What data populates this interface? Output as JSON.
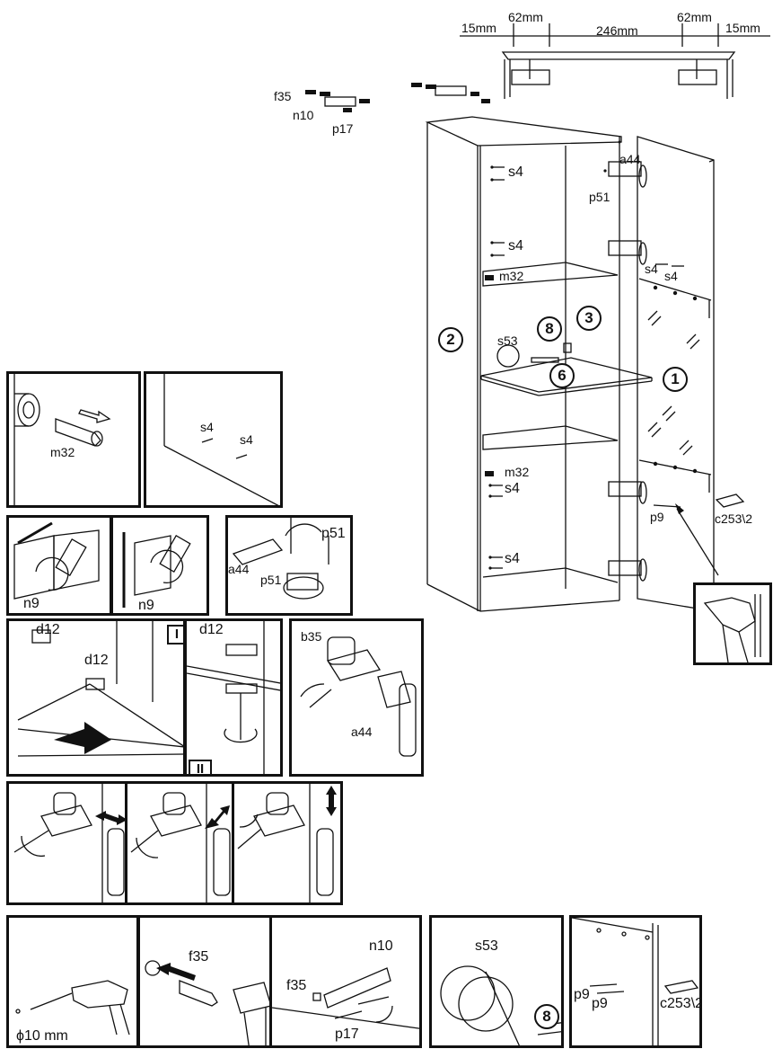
{
  "dimensions": {
    "d1": "15mm",
    "d2": "62mm",
    "d3": "246mm",
    "d4": "62mm",
    "d5": "15mm"
  },
  "parts": {
    "f35": "f35",
    "n10": "n10",
    "p17": "p17",
    "s4": "s4",
    "a44": "a44",
    "p51": "p51",
    "m32": "m32",
    "s53": "s53",
    "p9": "p9",
    "c253": "c253\\2",
    "n9": "n9",
    "d12": "d12",
    "b35": "b35",
    "drill": "ϕ10 mm"
  },
  "numbers": {
    "n1": "1",
    "n2": "2",
    "n3": "3",
    "n6": "6",
    "n8": "8"
  },
  "roman": {
    "i": "I",
    "ii": "II"
  }
}
